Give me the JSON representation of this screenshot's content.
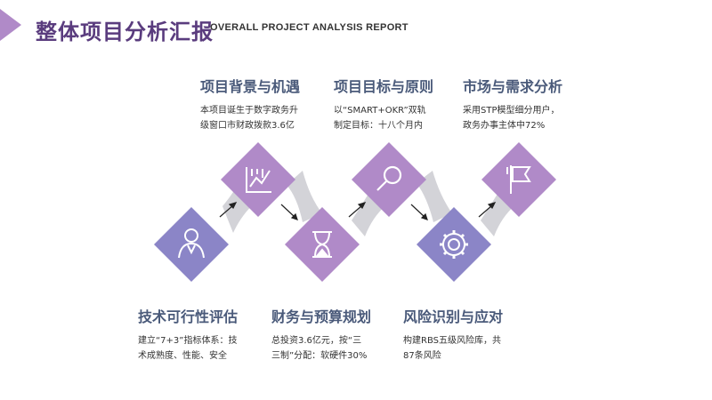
{
  "header": {
    "title": "整体项目分析汇报",
    "subtitle": "OVERALL PROJECT ANALYSIS REPORT"
  },
  "top_blocks": [
    {
      "title": "项目背景与机遇",
      "lines": [
        "本项目诞生于数字政务升",
        "级窗口市财政拨款3.6亿"
      ]
    },
    {
      "title": "项目目标与原则",
      "lines": [
        "以“SMART+OKR”双轨",
        "制定目标：十八个月内"
      ]
    },
    {
      "title": "市场与需求分析",
      "lines": [
        "采用STP模型细分用户，",
        "政务办事主体中72%"
      ]
    }
  ],
  "bottom_blocks": [
    {
      "title": "技术可行性评估",
      "lines": [
        "建立“7+3”指标体系：技",
        "术成熟度、性能、安全"
      ]
    },
    {
      "title": "财务与预算规划",
      "lines": [
        "总投资3.6亿元，按“三",
        "三制”分配：软硬件30%"
      ]
    },
    {
      "title": "风险识别与应对",
      "lines": [
        "构建RBS五级风险库，共",
        "87条风险"
      ]
    }
  ],
  "flow": {
    "icons": [
      "user-icon",
      "chart-icon",
      "hourglass-icon",
      "search-icon",
      "gear-icon",
      "flag-icon"
    ]
  },
  "colors": {
    "title": "#5a3c7e",
    "heading": "#4a5a7a",
    "diamond_blue": "#8b85c7",
    "diamond_purple": "#b08ac8",
    "connector": "#d3d3d8"
  }
}
